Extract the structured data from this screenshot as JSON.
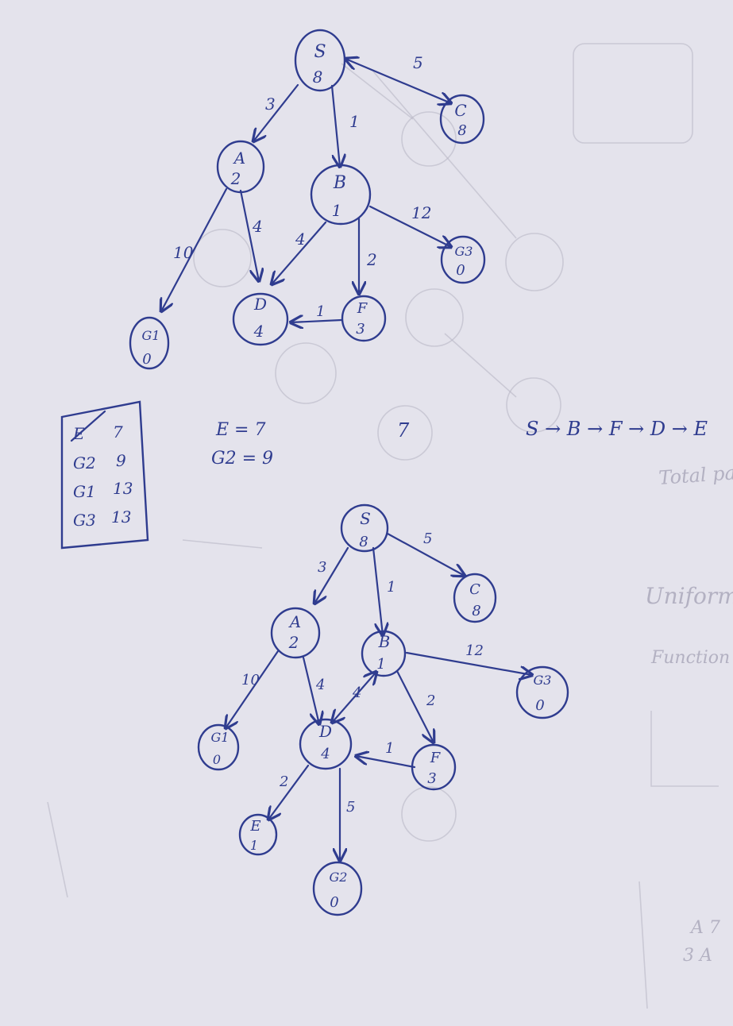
{
  "graph1": {
    "nodes": {
      "S": {
        "name": "S",
        "h": "8"
      },
      "A": {
        "name": "A",
        "h": "2"
      },
      "B": {
        "name": "B",
        "h": "1"
      },
      "C": {
        "name": "C",
        "h": "8"
      },
      "D": {
        "name": "D",
        "h": "4"
      },
      "F": {
        "name": "F",
        "h": "3"
      },
      "G1": {
        "name": "G1",
        "h": "0"
      },
      "G3": {
        "name": "G3",
        "h": "0"
      }
    },
    "edges": {
      "SA": "3",
      "SB": "1",
      "SC": "5",
      "AG1": "10",
      "AD": "4",
      "BD": "4",
      "BF": "2",
      "BG3": "12",
      "FD": "1"
    }
  },
  "graph2": {
    "nodes": {
      "S": {
        "name": "S",
        "h": "8"
      },
      "A": {
        "name": "A",
        "h": "2"
      },
      "B": {
        "name": "B",
        "h": "1"
      },
      "C": {
        "name": "C",
        "h": "8"
      },
      "D": {
        "name": "D",
        "h": "4"
      },
      "F": {
        "name": "F",
        "h": "3"
      },
      "G1": {
        "name": "G1",
        "h": "0"
      },
      "G3": {
        "name": "G3",
        "h": "0"
      },
      "E": {
        "name": "E",
        "h": "1"
      },
      "G2": {
        "name": "G2",
        "h": "0"
      }
    },
    "edges": {
      "SA": "3",
      "SB": "1",
      "SC": "5",
      "AG1": "10",
      "AD": "4",
      "BD": "4",
      "BF": "2",
      "BG3": "12",
      "FD": "1",
      "DE": "2",
      "DG2": "5"
    }
  },
  "table": {
    "rows": [
      {
        "node": "E",
        "value": "7"
      },
      {
        "node": "G2",
        "value": "9"
      },
      {
        "node": "G1",
        "value": "13"
      },
      {
        "node": "G3",
        "value": "13"
      }
    ]
  },
  "notes": {
    "e_cost": "E = 7",
    "g2_cost": "G2 = 9",
    "seven": "7",
    "path": "S → B → F → D → E"
  }
}
